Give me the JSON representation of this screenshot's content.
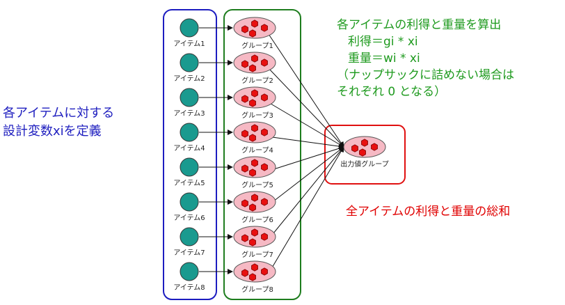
{
  "items": [
    "アイテム1",
    "アイテム2",
    "アイテム3",
    "アイテム4",
    "アイテム5",
    "アイテム6",
    "アイテム7",
    "アイテム8"
  ],
  "groups": [
    "グループ1",
    "グループ2",
    "グループ3",
    "グループ4",
    "グループ5",
    "グループ6",
    "グループ7",
    "グループ8"
  ],
  "output_group": "出力値グループ",
  "left_note": [
    "各アイテムに対する",
    "設計変数xiを定義"
  ],
  "calc_note": [
    "各アイテムの利得と重量を算出",
    "利得＝gi * xi",
    "重量＝wi * xi",
    "（ナップサックに詰めない場合は",
    "それぞれ 0 となる）"
  ],
  "sum_note": "全アイテムの利得と重量の総和",
  "colors": {
    "item_node": "#1a9a8f",
    "group_fill": "#f6b9c4",
    "hex_fill": "#e81010",
    "box_items": "#1c1cc0",
    "box_groups": "#1e7d1e",
    "box_output": "#e01010"
  }
}
